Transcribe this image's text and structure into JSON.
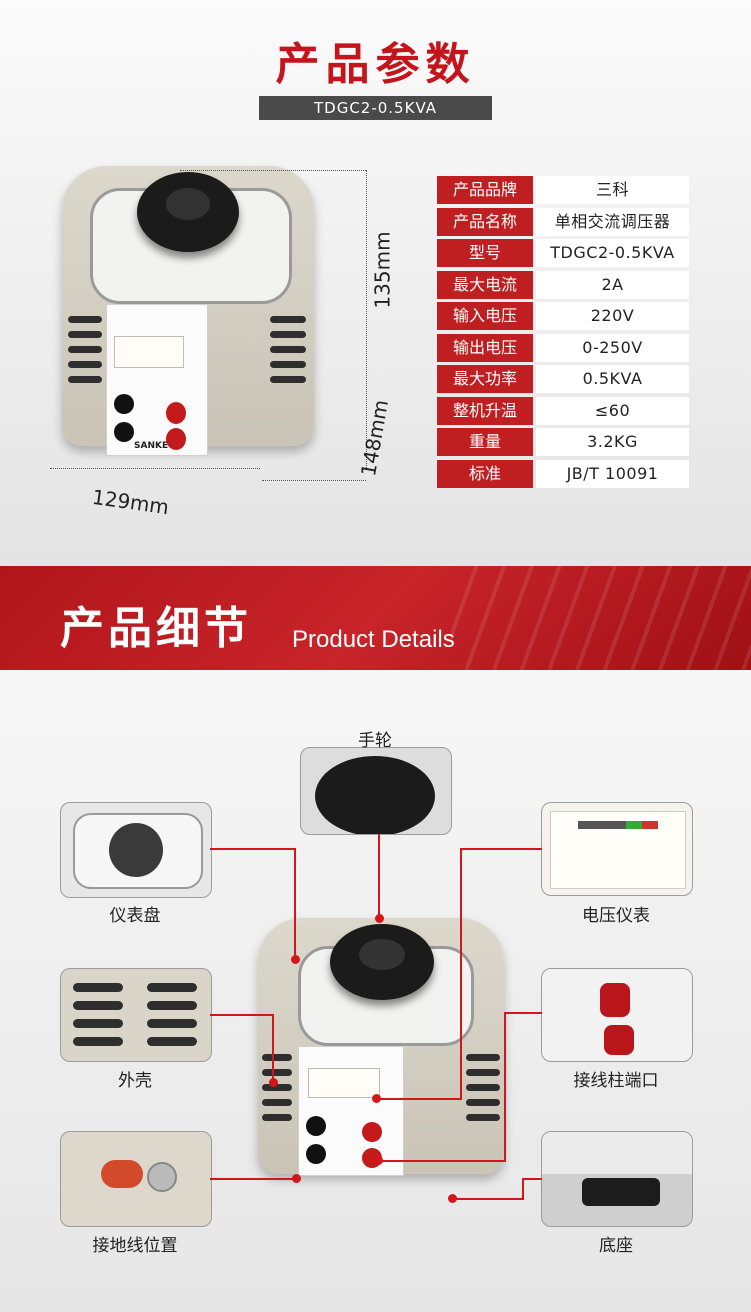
{
  "section1": {
    "title": "产品参数",
    "model_badge": "TDGC2-0.5KVA",
    "dimensions": {
      "height_label": "135mm",
      "depth_label": "148mm",
      "width_label": "129mm"
    },
    "specs": [
      {
        "key": "产品品牌",
        "value": "三科"
      },
      {
        "key": "产品名称",
        "value": "单相交流调压器"
      },
      {
        "key": "型号",
        "value": "TDGC2-0.5KVA"
      },
      {
        "key": "最大电流",
        "value": "2A"
      },
      {
        "key": "输入电压",
        "value": "220V"
      },
      {
        "key": "输出电压",
        "value": "0-250V"
      },
      {
        "key": "最大功率",
        "value": "0.5KVA"
      },
      {
        "key": "整机升温",
        "value": "≤60"
      },
      {
        "key": "重量",
        "value": "3.2KG"
      },
      {
        "key": "标准",
        "value": "JB/T 10091"
      }
    ],
    "brand_mark": "SANKE"
  },
  "section2": {
    "title_cn": "产品细节",
    "title_en": "Product Details",
    "callouts": {
      "handwheel": "手轮",
      "dial": "仪表盘",
      "voltmeter": "电压仪表",
      "shell": "外壳",
      "terminal": "接线柱端口",
      "ground": "接地线位置",
      "base": "底座"
    }
  },
  "colors": {
    "accent_red": "#c3151b",
    "label_red": "#c01f22",
    "dark_bar": "#4a4a4a"
  }
}
